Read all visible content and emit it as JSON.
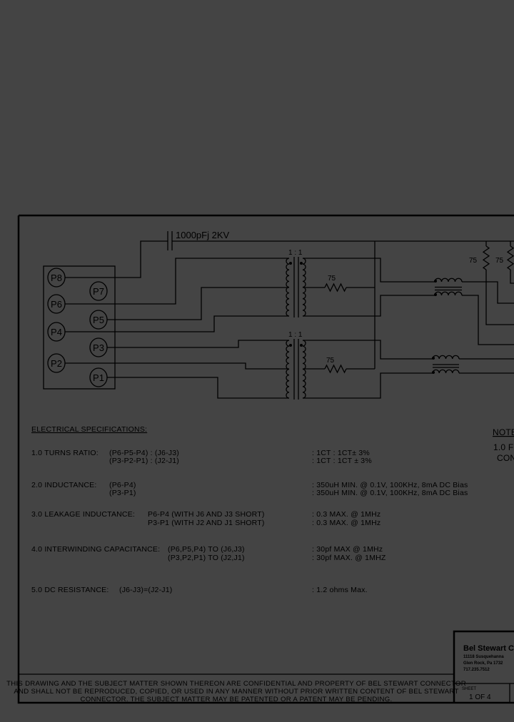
{
  "schematic": {
    "capacitor_label": "1000pFj 2KV",
    "transformer_ratio": "1 : 1",
    "resistor_value": "75",
    "pins_left": [
      "P8",
      "P6",
      "P4",
      "P2"
    ],
    "pins_right": [
      "P7",
      "P5",
      "P3",
      "P1"
    ]
  },
  "specs": {
    "title": "ELECTRICAL SPECIFICATIONS:",
    "rows": [
      {
        "label": "1.0  TURNS RATIO:",
        "line1": "(P6-P5-P4) : (J6-J3)",
        "line2": "(P3-P2-P1) : (J2-J1)",
        "value1": ":  1CT  :  1CT±  3%",
        "value2": ":  1CT  :  1CT  ±  3%"
      },
      {
        "label": "2.0  INDUCTANCE:",
        "line1": "(P6-P4)",
        "line2": "(P3-P1)",
        "value1": ":  350uH  MIN.  @  0.1V,  100KHz,  8mA  DC  Bias",
        "value2": ":  350uH  MIN.  @  0.1V,  100KHz,  8mA  DC  Bias"
      },
      {
        "label": "3.0  LEAKAGE  INDUCTANCE:",
        "line1": "P6-P4  (WITH  J6  AND  J3  SHORT)",
        "line2": "P3-P1  (WITH  J2  AND  J1  SHORT)",
        "value1": ":  0.3  MAX.  @  1MHz",
        "value2": ":  0.3  MAX.  @  1MHz"
      },
      {
        "label": "4.0  INTERWINDING  CAPACITANCE:",
        "line1": "(P6,P5,P4)  TO  (J6,J3)",
        "line2": "(P3,P2,P1)  TO  (J2,J1)",
        "value1": ":  30pf  MAX  @  1MHz",
        "value2": ":  30pf  MAX.  @  1MHZ"
      },
      {
        "label": "5.0  DC  RESISTANCE:",
        "line1": "(J6-J3)=(J2-J1)",
        "line2": "",
        "value1": ":  1.2  ohms  Max.",
        "value2": ""
      }
    ]
  },
  "notes": {
    "title": "NOTE",
    "line1": "1.0  F",
    "line2": "CON"
  },
  "footer": {
    "lines": [
      "THIS DRAWING AND THE SUBJECT MATTER SHOWN THEREON ARE CONFIDENTIAL AND PROPERTY OF BEL STEWART CONNECTOR",
      "AND SHALL NOT BE REPRODUCED, COPIED, OR USED IN ANY MANNER WITHOUT PRIOR WRITTEN CONTENT OF BEL STEWART",
      "CONNECTOR.  THE SUBJECT MATTER MAY BE PATENTED OR A PATENT MAY BE PENDING."
    ]
  },
  "title_block": {
    "company": "Bel Stewart C",
    "address1": "11118 Susquehanna",
    "address2": "Glen Rock, Pa  1732",
    "phone": "717.235.7512",
    "sheet_label": "SHEET",
    "sheet_value": "1  OF  4"
  }
}
